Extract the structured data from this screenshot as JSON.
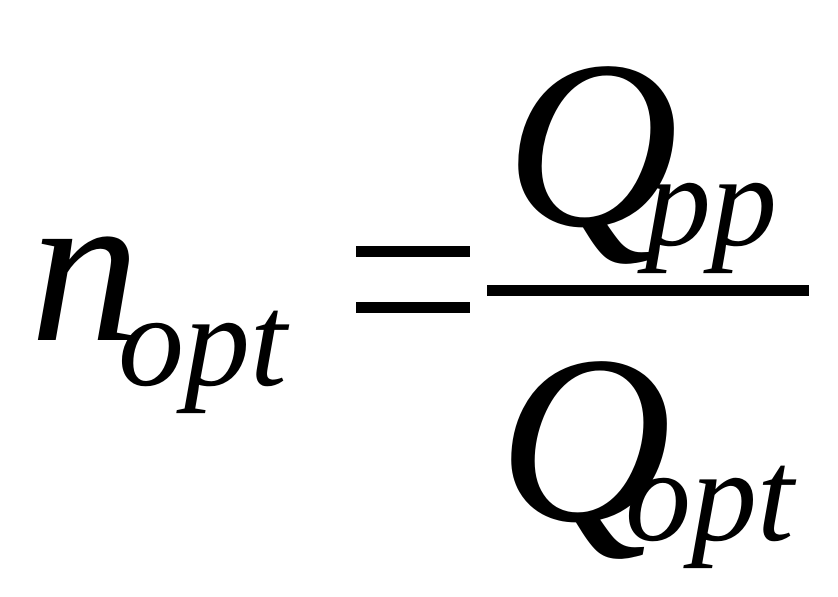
{
  "formula": {
    "lhs": {
      "symbol": "n",
      "subscript": "opt"
    },
    "operator": "=",
    "numerator": {
      "symbol": "Q",
      "subscript": "pp"
    },
    "denominator": {
      "symbol": "Q",
      "subscript": "opt"
    }
  },
  "colors": {
    "ink": "#000000",
    "background": "#ffffff"
  }
}
